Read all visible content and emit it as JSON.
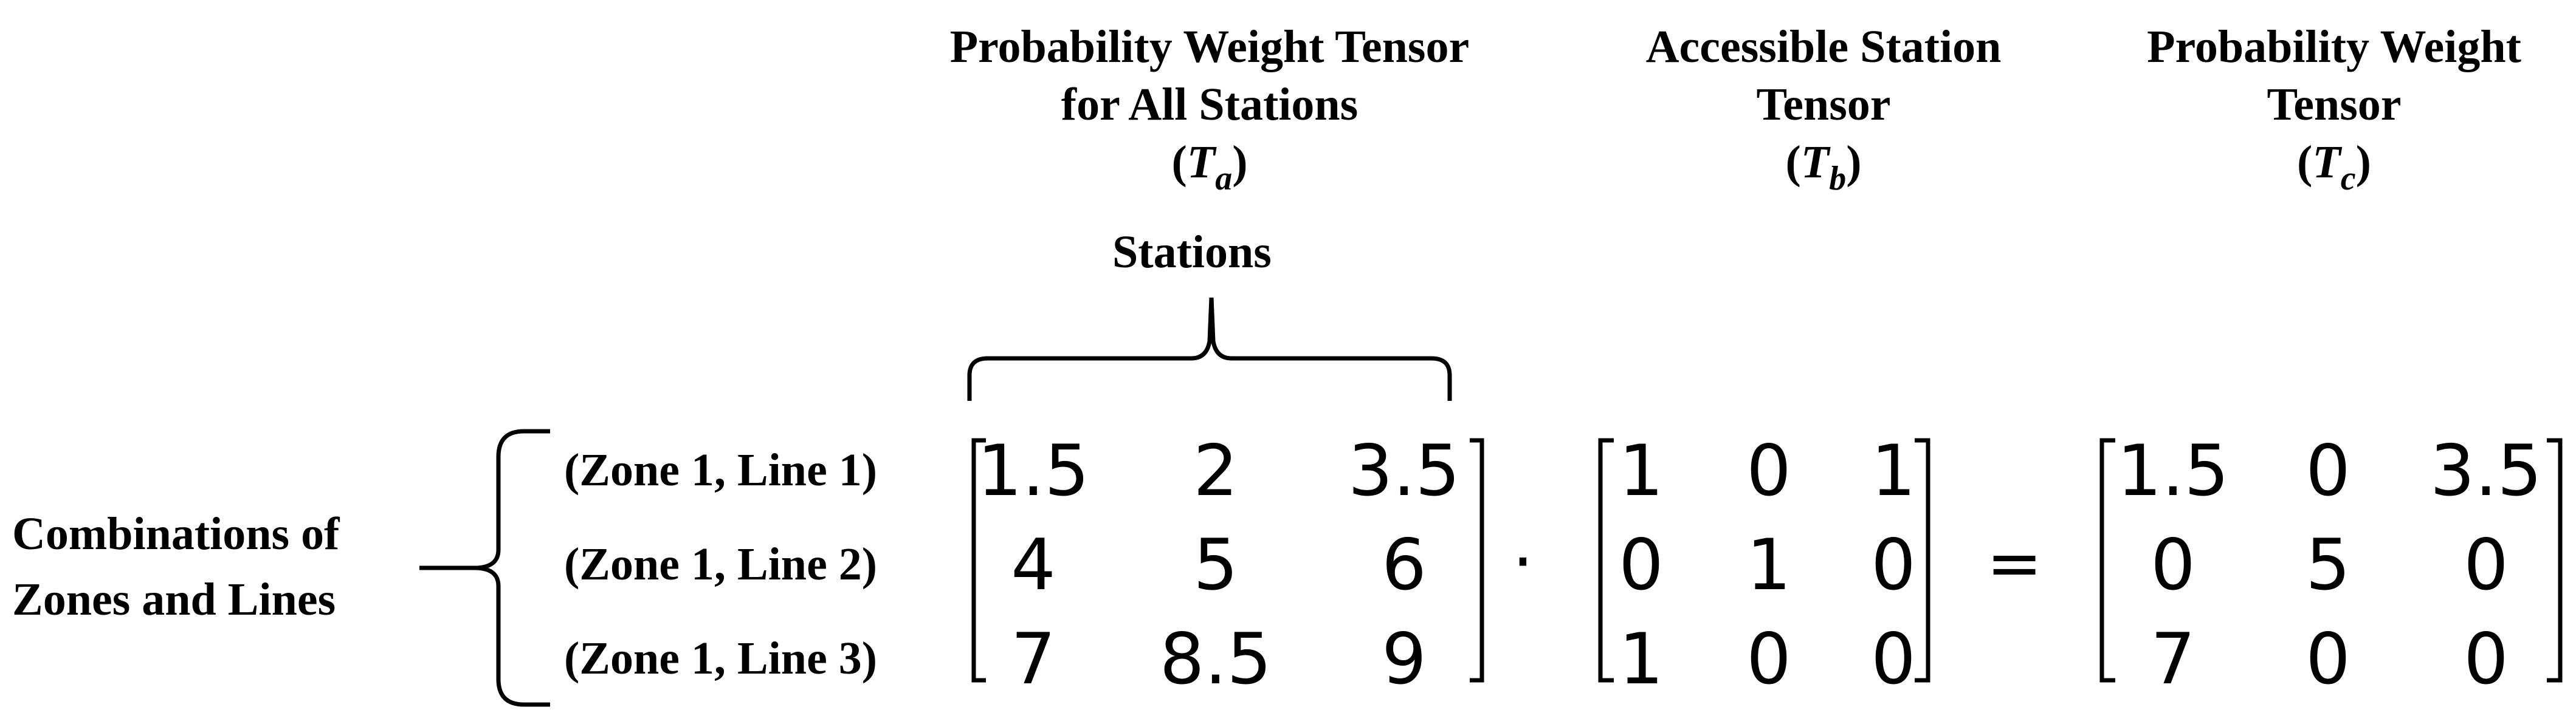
{
  "titles": {
    "ta": {
      "line1": "Probability Weight Tensor",
      "line2": "for All Stations",
      "sym": "T",
      "sub": "a"
    },
    "tb": {
      "line1": "Accessible Station",
      "line2": "Tensor",
      "sym": "T",
      "sub": "b"
    },
    "tc": {
      "line1": "Probability Weight",
      "line2": "Tensor",
      "sym": "T",
      "sub": "c"
    }
  },
  "stations_label": "Stations",
  "combinations_label": {
    "line1": "Combinations of",
    "line2": "Zones and Lines"
  },
  "row_labels": [
    "(Zone 1, Line 1)",
    "(Zone 1, Line 2)",
    "(Zone 1, Line 3)"
  ],
  "matrix_a": [
    [
      "1.5",
      "2",
      "3.5"
    ],
    [
      "4",
      "5",
      "6"
    ],
    [
      "7",
      "8.5",
      "9"
    ]
  ],
  "matrix_b": [
    [
      "1",
      "0",
      "1"
    ],
    [
      "0",
      "1",
      "0"
    ],
    [
      "1",
      "0",
      "0"
    ]
  ],
  "matrix_c": [
    [
      "1.5",
      "0",
      "3.5"
    ],
    [
      "0",
      "5",
      "0"
    ],
    [
      "7",
      "0",
      "0"
    ]
  ],
  "operators": {
    "dot": "·",
    "equals": "="
  }
}
